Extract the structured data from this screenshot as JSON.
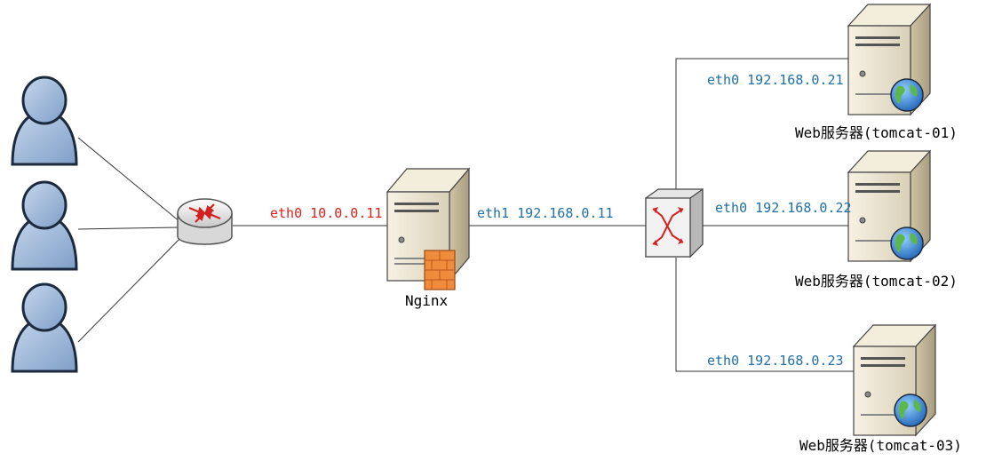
{
  "colors": {
    "link": "#333333",
    "label_blue": "#1f6fa8",
    "label_red": "#e0201a",
    "server_body": "#efe8d6",
    "user_fill": "#9db8d9",
    "firewall": "#f08a3c"
  },
  "labels": {
    "router_eth0": "eth0 10.0.0.11",
    "nginx_eth1": "eth1 192.168.0.11",
    "nginx_name": "Nginx",
    "web1_eth0": "eth0 192.168.0.21",
    "web2_eth0": "eth0 192.168.0.22",
    "web3_eth0": "eth0 192.168.0.23",
    "web1_name": "Web服务器(tomcat-01)",
    "web2_name": "Web服务器(tomcat-02)",
    "web3_name": "Web服务器(tomcat-03)"
  },
  "icons": {
    "users": [
      "user-icon",
      "user-icon",
      "user-icon"
    ],
    "router": "router-icon",
    "switch": "switch-icon",
    "nginx": "server-firewall-icon",
    "web": "web-server-icon"
  }
}
